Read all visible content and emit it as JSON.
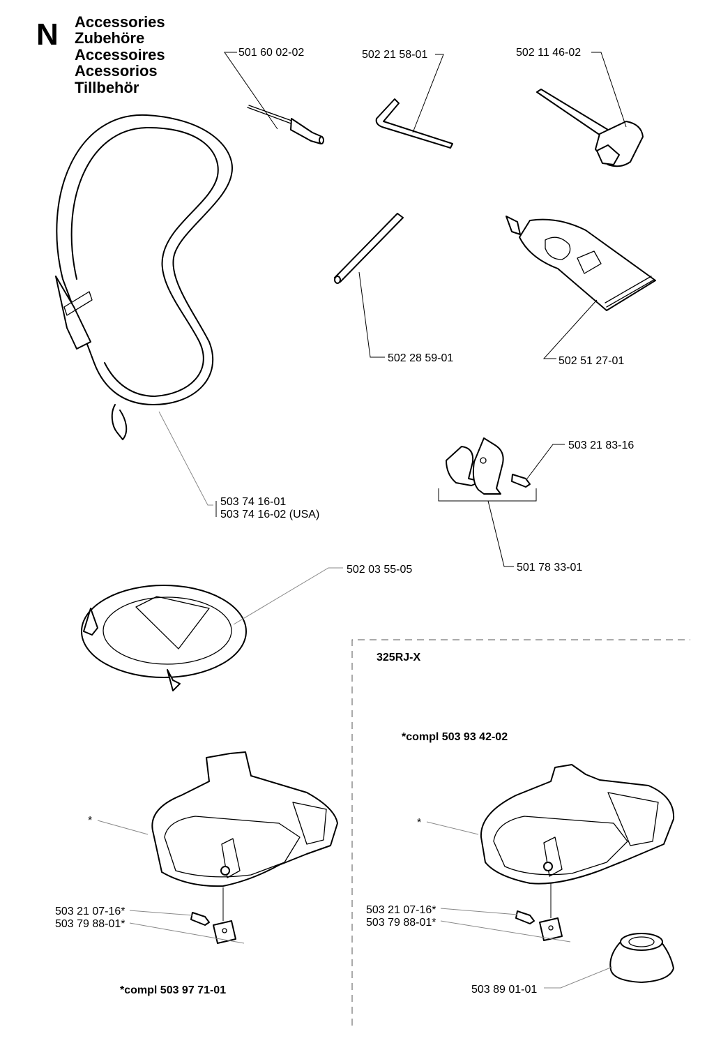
{
  "header": {
    "section_letter": "N",
    "titles": [
      "Accessories",
      "Zubehöre",
      "Accessoires",
      "Acessorios",
      "Tillbehör"
    ]
  },
  "parts": {
    "screwdriver": "501 60 02-02",
    "hex_key": "502 21 58-01",
    "combination_wrench": "502 11 46-02",
    "locking_pin": "502 28 59-01",
    "grease_tube": "502 51 27-01",
    "harness_1": "503 74 16-01",
    "harness_2": "503 74 16-02 (USA)",
    "clamp_screw": "503 21 83-16",
    "clamp_kit": "501 78 33-01",
    "transport_guard": "502 03 55-05",
    "guard_left_marker": "*",
    "screw_left": "503 21 07-16*",
    "knife_left": "503 79 88-01*",
    "compl_left": "*compl 503 97 71-01",
    "guard_right_marker": "*",
    "screw_right": "503 21 07-16*",
    "knife_right": "503 79 88-01*",
    "compl_right": "*compl 503 93 42-02",
    "support_cup": "503 89 01-01"
  },
  "variant_label": "325RJ-X"
}
